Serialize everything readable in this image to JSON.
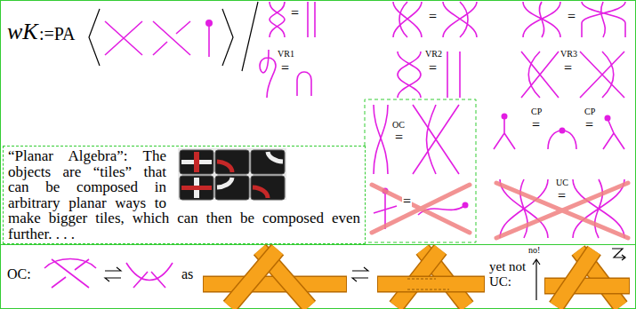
{
  "diagram": {
    "nodes": [
      {
        "text": [
          "“Planar Algebra”: The objects are “tiles” that can be composed in arbitrary planar ways to make bigger tiles, which can then be composed even further. . . ."
        ]
      }
    ],
    "labels": [
      "wK",
      ":=PA",
      "=",
      "=",
      "=",
      "VR1",
      "=",
      "VR2",
      "=",
      "VR3",
      "=",
      "OC",
      "=",
      "CP",
      "=",
      "CP",
      "=",
      "=",
      "UC",
      "=",
      "OC:",
      "as",
      "no!",
      "yet not UC:"
    ]
  }
}
